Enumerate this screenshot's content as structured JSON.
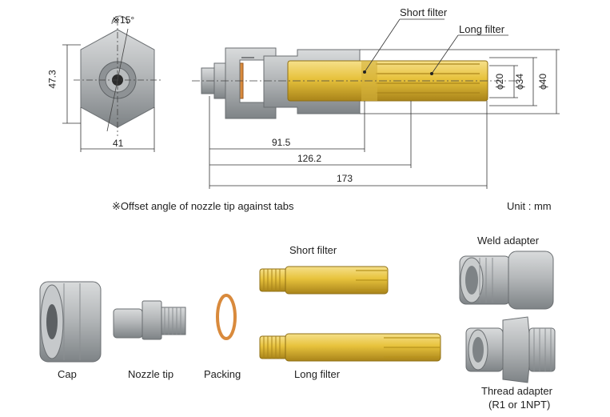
{
  "drawing": {
    "offset_angle": "※15°",
    "hex_height": "47.3",
    "hex_width": "41",
    "length_short_filter": "91.5",
    "length_long_filter": "126.2",
    "length_total": "173",
    "dia_small": "ϕ20",
    "dia_mid": "ϕ34",
    "dia_large": "ϕ40",
    "callout_short_filter": "Short filter",
    "callout_long_filter": "Long filter"
  },
  "notes": {
    "offset_note": "※Offset angle of nozzle tip against tabs",
    "unit": "Unit : mm"
  },
  "parts": {
    "cap": "Cap",
    "nozzle_tip": "Nozzle tip",
    "packing": "Packing",
    "short_filter": "Short filter",
    "long_filter": "Long filter",
    "weld_adapter": "Weld adapter",
    "thread_adapter_line1": "Thread adapter",
    "thread_adapter_line2": "(R1 or 1NPT)"
  },
  "colors": {
    "steel": "#a9acae",
    "steel_dark": "#7b7f82",
    "brass": "#e7c23c",
    "brass_dark": "#b8931c",
    "packing": "#d98a3c"
  }
}
